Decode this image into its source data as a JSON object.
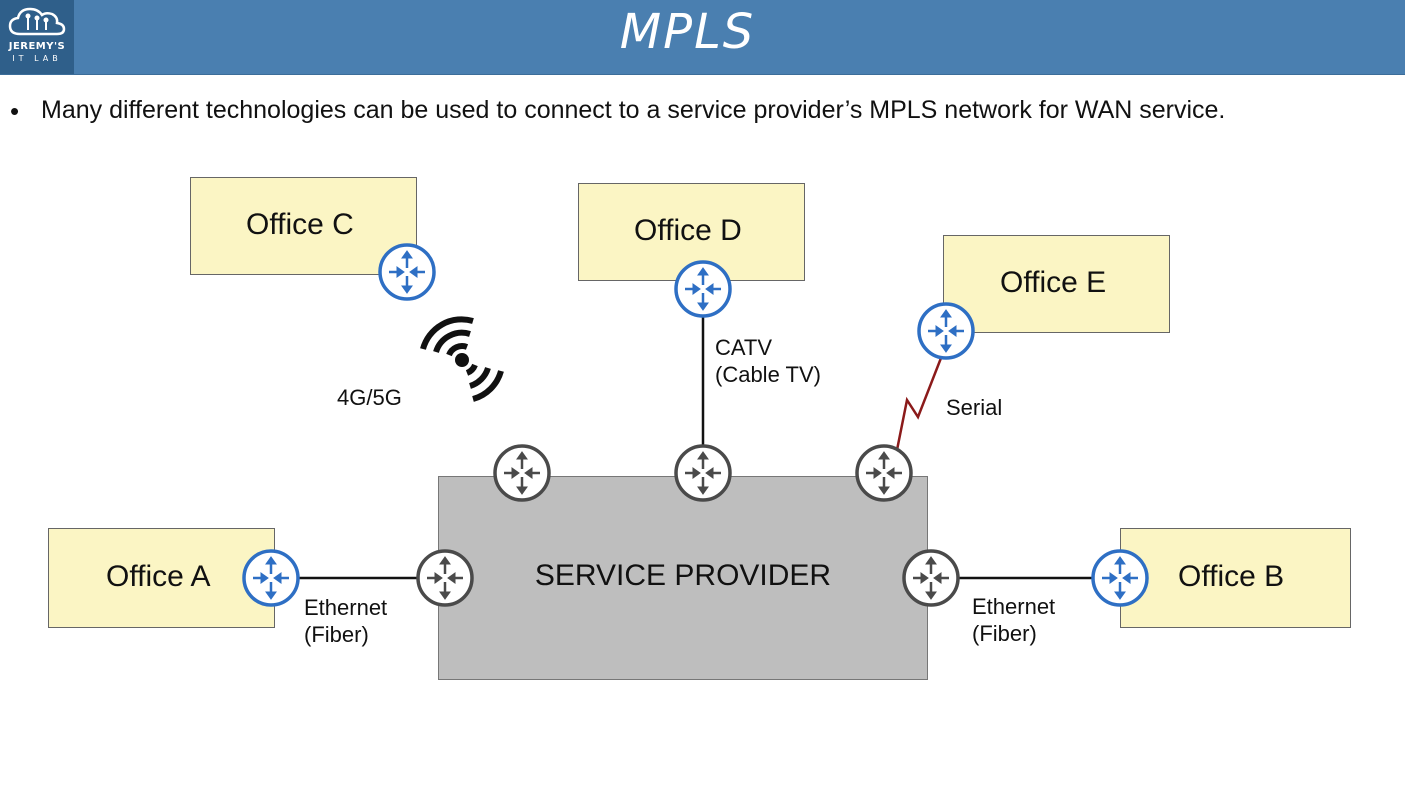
{
  "header": {
    "title": "MPLS",
    "logo_line1": "JEREMY'S",
    "logo_line2": "IT LAB"
  },
  "bullet": "Many different technologies can be used to connect to a service provider’s MPLS network for WAN service.",
  "offices": {
    "a": "Office A",
    "b": "Office B",
    "c": "Office C",
    "d": "Office D",
    "e": "Office E"
  },
  "provider": "SERVICE PROVIDER",
  "links": {
    "a_line1": "Ethernet",
    "a_line2": "(Fiber)",
    "b_line1": "Ethernet",
    "b_line2": "(Fiber)",
    "c": "4G/5G",
    "d_line1": "CATV",
    "d_line2": "(Cable TV)",
    "e": "Serial"
  },
  "colors": {
    "header": "#4a7fb0",
    "office_fill": "#fbf5c4",
    "provider_fill": "#bebebe",
    "customer_router": "#2e6fc4",
    "provider_router": "#4a4a4a",
    "serial_link": "#8b1a1a"
  },
  "icons": {
    "customer_router": "router-icon",
    "provider_router": "router-icon",
    "wireless": "wireless-signal-icon",
    "logo": "cloud-circuit-icon"
  }
}
